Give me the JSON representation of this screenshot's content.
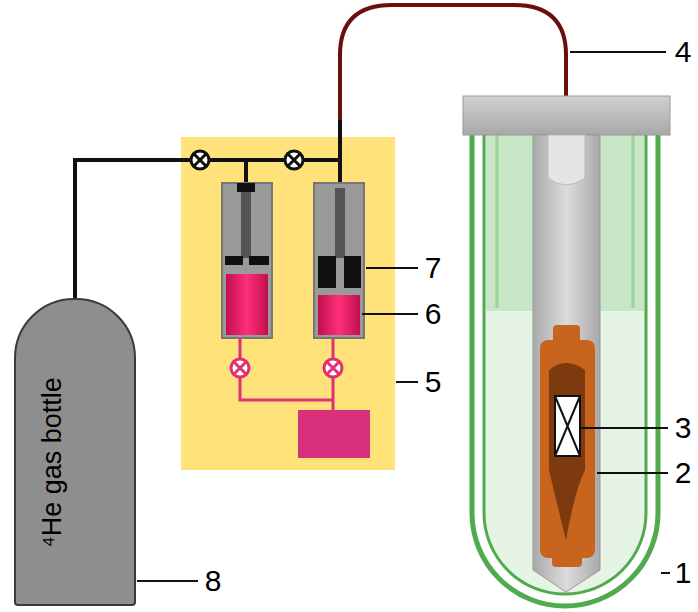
{
  "diagram": {
    "nodes": [
      {
        "text": [
          "⁴He gas bottle"
        ]
      }
    ],
    "labels": [
      "4",
      "7",
      "6",
      "5",
      "3",
      "2",
      "1",
      "8"
    ]
  }
}
